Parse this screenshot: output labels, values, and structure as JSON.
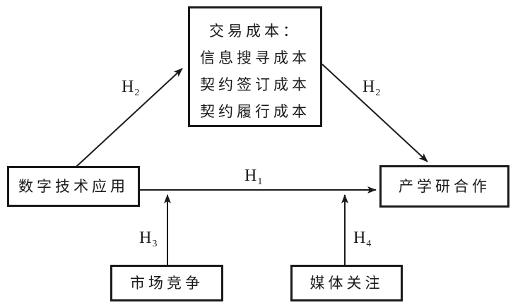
{
  "diagram": {
    "transaction_cost_box": {
      "line1": "交易成本：",
      "line2": "信息搜寻成本",
      "line3": "契约签订成本",
      "line4": "契约履行成本"
    },
    "digital_tech_box": {
      "label": "数字技术应用"
    },
    "cooperation_box": {
      "label": "产学研合作"
    },
    "market_box": {
      "label": "市场竞争"
    },
    "media_box": {
      "label": "媒体关注"
    },
    "hypotheses": {
      "h1": {
        "base": "H",
        "sub": "1"
      },
      "h2_left": {
        "base": "H",
        "sub": "2"
      },
      "h2_right": {
        "base": "H",
        "sub": "2"
      },
      "h3": {
        "base": "H",
        "sub": "3"
      },
      "h4": {
        "base": "H",
        "sub": "4"
      }
    },
    "colors": {
      "line": "#1a1a1a",
      "text": "#1a1a1a",
      "background": "#ffffff"
    }
  }
}
